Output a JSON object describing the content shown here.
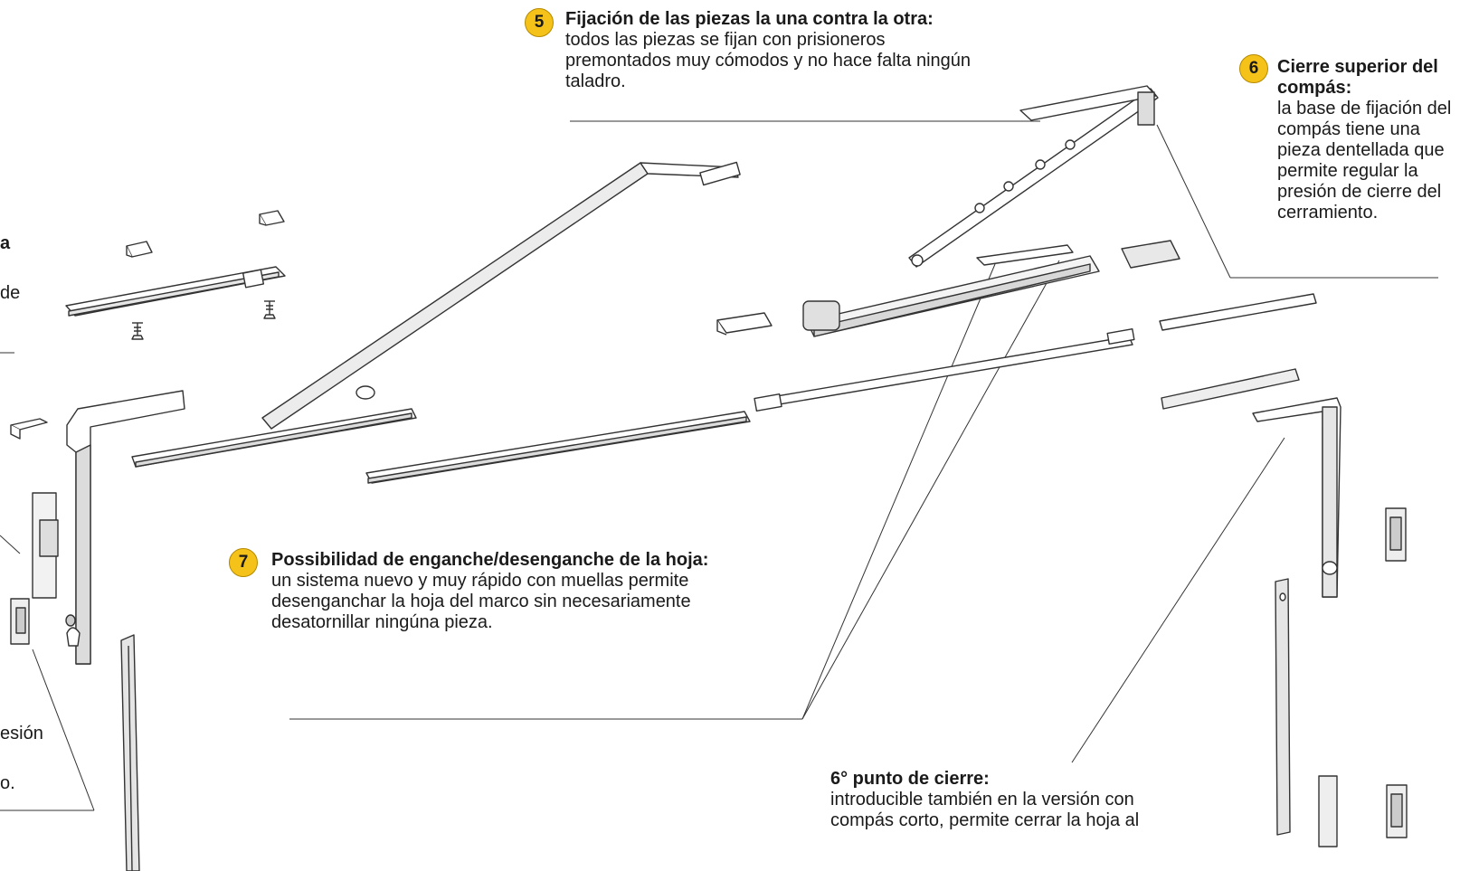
{
  "accent_color": "#f5c21a",
  "callouts": {
    "c5": {
      "number": "5",
      "title": "Fijación de las piezas la una contra la otra:",
      "body": "todos las piezas se fijan con prisioneros premontados muy cómodos y no hace falta ningún taladro."
    },
    "c6": {
      "number": "6",
      "title": "Cierre superior del compás:",
      "body": "la base de fijación del compás tiene una pieza dentellada que permite regular la presión de cierre del cerramiento."
    },
    "c7": {
      "number": "7",
      "title": "Possibilidad de enganche/desenganche de la hoja:",
      "body": "un sistema nuevo y muy rápido con muellas permite desenganchar la hoja del marco sin necesariamente desatornillar ningúna pieza."
    },
    "c8": {
      "title": "6° punto de cierre:",
      "body": "introducible también en la versión con compás corto, permite cerrar la hoja al"
    }
  },
  "left_fragments": {
    "f1": "a",
    "f2": "de",
    "f3": "esión",
    "f4": "o."
  },
  "icons": [
    "screw-icon",
    "hinge-part-icon",
    "stay-arm-icon",
    "corner-drive-icon",
    "locking-rail-icon"
  ]
}
